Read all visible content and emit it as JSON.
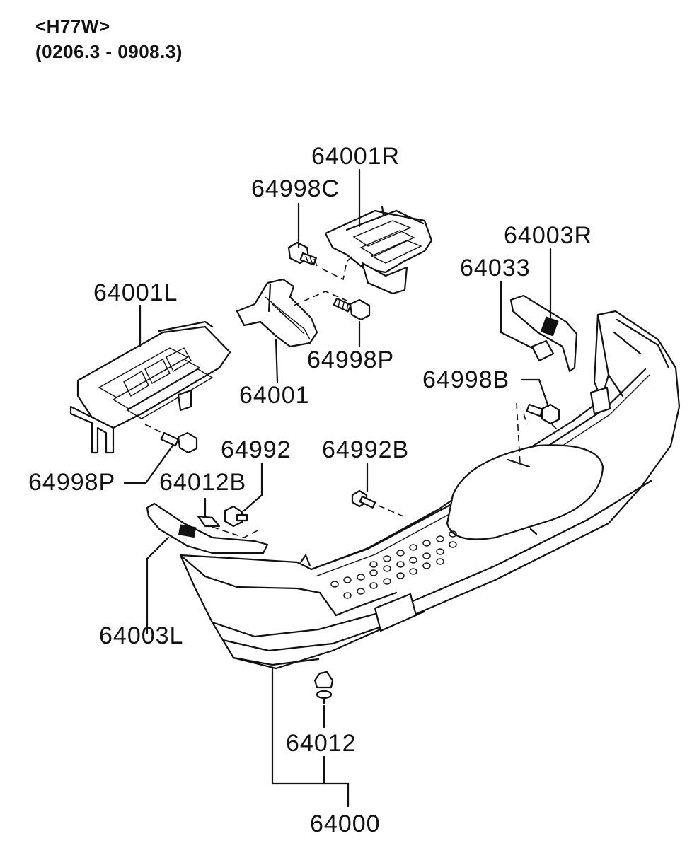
{
  "header": {
    "model": "<H77W>",
    "period": "(0206.3 - 0908.3)"
  },
  "parts": {
    "bracket_r": "64001R",
    "bolt_c": "64998C",
    "reflector_r": "64003R",
    "bracket_small": "64033",
    "bracket_l": "64001L",
    "center_bracket": "64001",
    "bolt_p_upper": "64998P",
    "bolt_b": "64998B",
    "bolt_p_lower": "64998P",
    "nut": "64992",
    "nut_b": "64992B",
    "plate_b": "64012B",
    "reflector_l": "64003L",
    "clip": "64012",
    "bumper_assy": "64000"
  }
}
